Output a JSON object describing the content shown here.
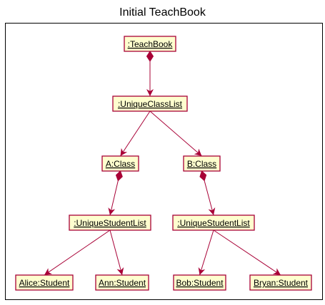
{
  "title": "Initial TeachBook",
  "colors": {
    "box_fill": "#FEFECE",
    "box_stroke": "#A80036",
    "edge": "#A80036",
    "frame": "#000000"
  },
  "objects": [
    {
      "id": "teachbook",
      "label": ":TeachBook"
    },
    {
      "id": "uniqueclasslist",
      "label": ":UniqueClassList"
    },
    {
      "id": "aclass",
      "label": "A:Class"
    },
    {
      "id": "bclass",
      "label": "B:Class"
    },
    {
      "id": "studentlist-a",
      "label": ":UniqueStudentList"
    },
    {
      "id": "studentlist-b",
      "label": ":UniqueStudentList"
    },
    {
      "id": "alice",
      "label": "Alice:Student"
    },
    {
      "id": "ann",
      "label": "Ann:Student"
    },
    {
      "id": "bob",
      "label": "Bob:Student"
    },
    {
      "id": "bryan",
      "label": "Bryan:Student"
    }
  ],
  "relations": [
    {
      "from": "teachbook",
      "to": "uniqueclasslist",
      "type": "composition"
    },
    {
      "from": "uniqueclasslist",
      "to": "aclass",
      "type": "association"
    },
    {
      "from": "uniqueclasslist",
      "to": "bclass",
      "type": "association"
    },
    {
      "from": "aclass",
      "to": "studentlist-a",
      "type": "composition"
    },
    {
      "from": "bclass",
      "to": "studentlist-b",
      "type": "composition"
    },
    {
      "from": "studentlist-a",
      "to": "alice",
      "type": "association"
    },
    {
      "from": "studentlist-a",
      "to": "ann",
      "type": "association"
    },
    {
      "from": "studentlist-b",
      "to": "bob",
      "type": "association"
    },
    {
      "from": "studentlist-b",
      "to": "bryan",
      "type": "association"
    }
  ]
}
